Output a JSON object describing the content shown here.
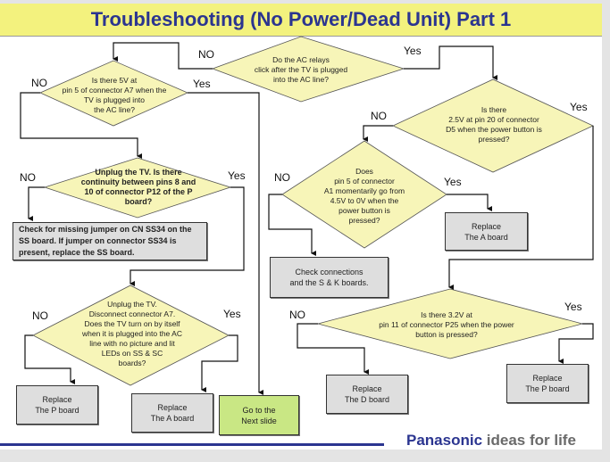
{
  "slide": {
    "title": "Troubleshooting (No Power/Dead Unit) Part 1"
  },
  "diagram": {
    "decisions": [
      {
        "id": "ac-relays",
        "text": "Do the AC relays\nclick after the TV  is plugged\ninto the AC line?",
        "no": "NO",
        "yes": "Yes"
      },
      {
        "id": "5v-a7",
        "text": "Is there 5V at\npin 5 of connector A7 when the\nTV is  plugged into\nthe AC line?",
        "no": "NO",
        "yes": "Yes"
      },
      {
        "id": "continuity-p12",
        "text": "Unplug the TV. Is there\ncontinuity between pins 8 and\n10 of connector P12 of the P\nboard?",
        "no": "NO",
        "yes": "Yes"
      },
      {
        "id": "disconnect-a7",
        "text": "Unplug the TV.\nDisconnect connector A7.\nDoes the TV turn on by itself\nwhen it is plugged into the AC\nline with no picture and lit\nLEDs on SS & SC\nboards?",
        "no": "NO",
        "yes": "Yes"
      },
      {
        "id": "2-5v-d5",
        "text": "Is there\n2.5V at pin 20 of connector\nD5 when the power button is\npressed?",
        "no": "NO",
        "yes": "Yes"
      },
      {
        "id": "a1-pin5",
        "text": "Does\npin 5 of connector\nA1 momentarily go from\n4.5V to 0V when the\npower button is\npressed?",
        "no": "NO",
        "yes": "Yes"
      },
      {
        "id": "3-2v-p25",
        "text": "Is there 3.2V at\npin 11 of connector P25 when the power\nbutton is pressed?",
        "no": "NO",
        "yes": "Yes"
      }
    ],
    "actions": [
      {
        "id": "check-jumper",
        "text": "Check for missing jumper on CN SS34 on the\nSS board. If jumper on connector SS34 is\npresent, replace the SS board."
      },
      {
        "id": "replace-p-left",
        "text": "Replace\nThe P board"
      },
      {
        "id": "replace-a-left",
        "text": "Replace\nThe A board"
      },
      {
        "id": "next-slide",
        "text": "Go to the\nNext slide"
      },
      {
        "id": "check-connections",
        "text": "Check connections\nand  the S & K boards."
      },
      {
        "id": "replace-a-right",
        "text": "Replace\nThe A board"
      },
      {
        "id": "replace-d",
        "text": "Replace\nThe D board"
      },
      {
        "id": "replace-p-right",
        "text": "Replace\nThe P board"
      }
    ]
  },
  "footer": {
    "brand": "Panasonic",
    "tagline": "ideas for life"
  },
  "colors": {
    "title_bg": "#f3f27e",
    "title_text": "#2b3590",
    "decision_fill": "#f7f5b8",
    "action_fill": "#dedede",
    "next_fill": "#c9e784",
    "brand_blue": "#2b3590"
  }
}
